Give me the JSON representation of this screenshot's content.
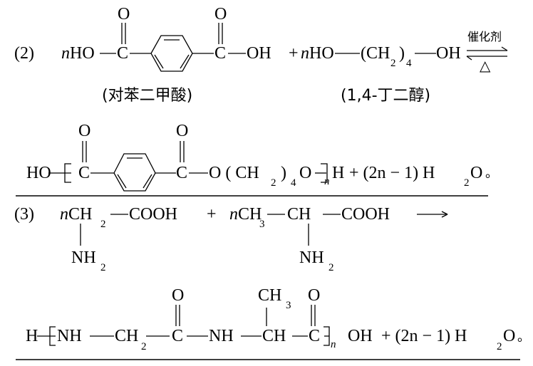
{
  "eq2": {
    "label": "(2)",
    "coef1": "n",
    "ho_left": "HO",
    "c1": "C",
    "o_top1": "O",
    "o_top2": "O",
    "c2": "C",
    "oh_right": "OH",
    "plus": "+",
    "coef2": "n",
    "ho2": "HO",
    "ch2_group": "(CH",
    "sub_2": "2",
    "close_paren": ")",
    "sub_4": "4",
    "oh2": "OH",
    "catalyst": "催化剂",
    "heat": "△",
    "name_acid": "(对苯二甲酸)",
    "name_diol": "(1,4-丁二醇)"
  },
  "product2": {
    "ho": "HO",
    "o_top1": "O",
    "o_top2": "O",
    "c1": "C",
    "c2": "C",
    "o_ch2": "O ( CH",
    "sub_2": "2",
    "paren_close": ")",
    "sub_4": "4",
    "o_end": "O",
    "n": "n",
    "h_end": "H",
    "water": "+ (2n − 1) H",
    "water_sub": "2",
    "water_o": "O",
    "period": "。"
  },
  "eq3": {
    "label": "(3)",
    "coef1": "n",
    "ch2": "CH",
    "ch2_sub": "2",
    "cooh1": "COOH",
    "nh2_1": "NH",
    "nh2_1_sub": "2",
    "plus": "+",
    "coef2": "n",
    "ch3": "CH",
    "ch3_sub": "3",
    "ch": "CH",
    "cooh2": "COOH",
    "nh2_2": "NH",
    "nh2_2_sub": "2",
    "arrow": "⟶"
  },
  "product3": {
    "h": "H",
    "nh1": "NH",
    "ch2": "CH",
    "ch2_sub": "2",
    "o_top1": "O",
    "c1": "C",
    "nh2": "NH",
    "ch3_top": "CH",
    "ch3_sub": "3",
    "ch": "CH",
    "o_top2": "O",
    "c2": "C",
    "n": "n",
    "oh": "OH",
    "water": "+ (2n − 1) H",
    "water_sub": "2",
    "water_o": "O",
    "period": "。"
  }
}
